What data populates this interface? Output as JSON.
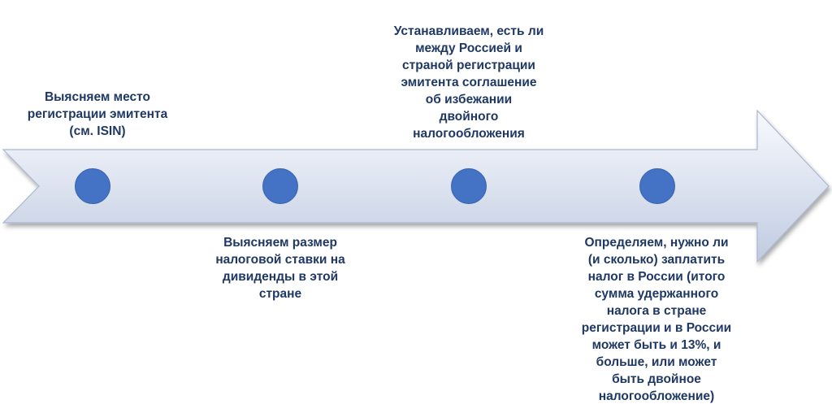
{
  "colors": {
    "arrow_light": "#ffffff",
    "arrow_dark": "#c9d3e6",
    "arrow_edge": "#aab7d0",
    "dot": "#4472c4",
    "text": "#1f3864"
  },
  "steps": [
    {
      "text": "Выясняем место\nрегистрации эмитента\n(см. ISIN)"
    },
    {
      "text": "Выясняем размер\nналоговой ставки на\nдивиденды в этой\nстране"
    },
    {
      "text": "Устанавливаем, есть ли\nмежду Россией и\nстраной регистрации\nэмитента соглашение\nоб избежании\nдвойного\nналогообложения"
    },
    {
      "text": "Определяем, нужно ли\n(и сколько) заплатить\nналог в России (итого\nсумма удержанного\nналога в стране\nрегистрации и в России\nможет быть и 13%, и\nбольше, или может\nбыть двойное\nналогообложение)"
    }
  ]
}
